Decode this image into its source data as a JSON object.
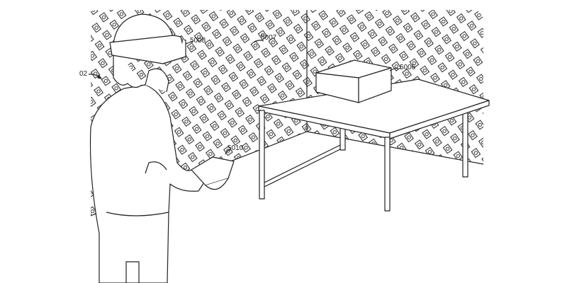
{
  "figure": {
    "labels": {
      "user": "02",
      "headset": "5008",
      "environment": "5007",
      "box": "5006",
      "device": "5010"
    },
    "colors": {
      "ink": "#222222",
      "background": "#ffffff"
    }
  }
}
